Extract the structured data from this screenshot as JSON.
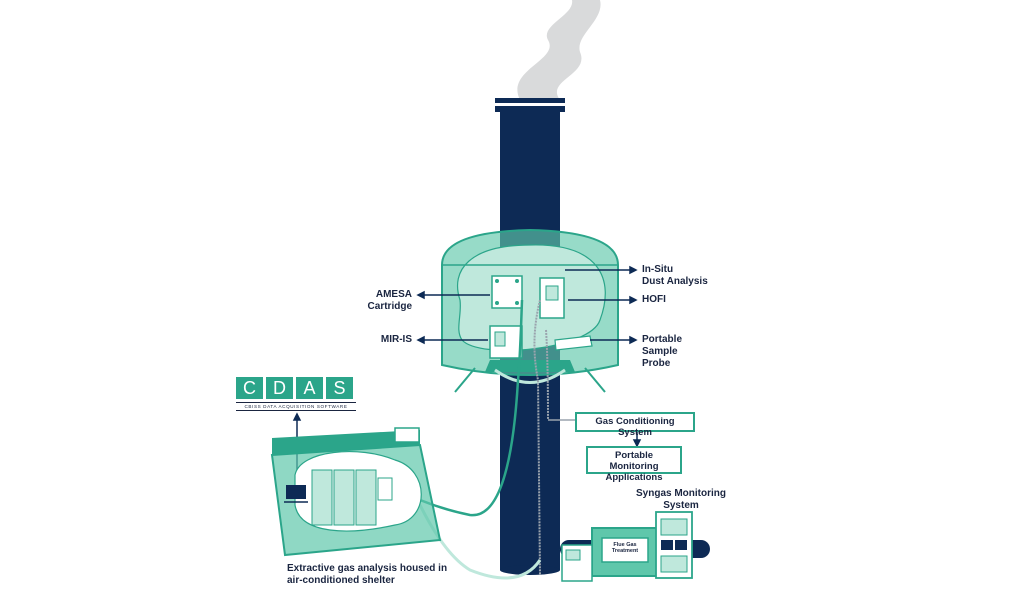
{
  "labels": {
    "in_situ": "In-Situ\nDust Analysis",
    "hofi": "HOFI",
    "amesa": "AMESA\nCartridge",
    "mir_is": "MIR-IS",
    "portable_probe": "Portable\nSample\nProbe",
    "gas_conditioning": "Gas Conditioning System",
    "portable_monitoring": "Portable Monitoring\nApplications",
    "syngas": "Syngas Monitoring\nSystem",
    "flue_gas": "Flue Gas\nTreatment",
    "shelter": "Extractive gas analysis housed in\nair-conditioned shelter"
  },
  "cdas": {
    "letters": [
      "C",
      "D",
      "A",
      "S"
    ],
    "subtitle": "CBISS DATA ACQUISITION SOFTWARE"
  },
  "colors": {
    "navy": "#0d2a55",
    "teal": "#2ba58a",
    "teal_fill": "#5fc7ab",
    "teal_light": "#bfe8dc",
    "smoke": "#d9dadb"
  }
}
